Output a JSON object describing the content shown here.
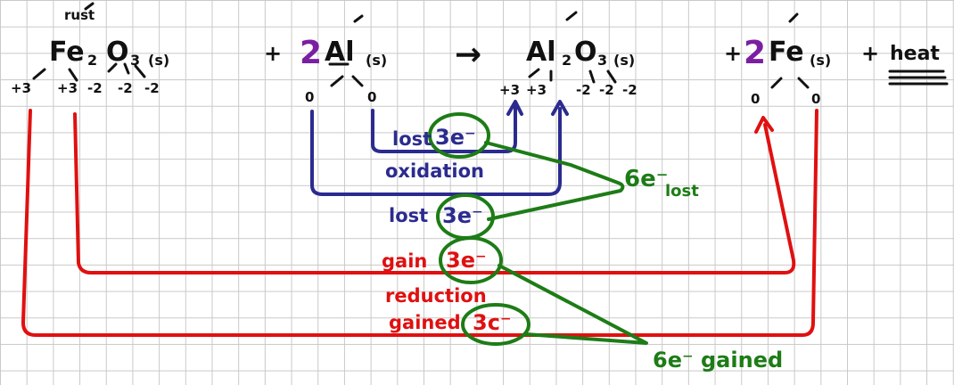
{
  "equation": {
    "rust_label": "rust",
    "fe2o3": {
      "fe": "Fe",
      "fe_sub": "2",
      "o": "O",
      "o_sub": "3",
      "state": "(s)"
    },
    "plus1": "+",
    "al_coef": "2",
    "al": {
      "symbol": "Al",
      "state": "(s)"
    },
    "arrow": "→",
    "al2o3": {
      "al": "Al",
      "al_sub": "2",
      "o": "O",
      "o_sub": "3",
      "state": "(s)"
    },
    "plus2": "+",
    "fe_coef": "2",
    "fe": {
      "symbol": "Fe",
      "state": "(s)"
    },
    "plus3": "+",
    "heat": "heat"
  },
  "oxidation_numbers": {
    "fe2o3": [
      "+3",
      "+3",
      "-2",
      "-2",
      "-2"
    ],
    "al_reactant": [
      "0",
      "0"
    ],
    "al2o3": [
      "+3",
      "+3",
      "-2",
      "-2",
      "-2"
    ],
    "fe_product": [
      "0",
      "0"
    ]
  },
  "annotations": {
    "lost_1": "lost",
    "e_1": "3e⁻",
    "oxidation": "oxidation",
    "lost_2": "lost",
    "e_2": "3e⁻",
    "gain_1": "gain",
    "e_3": "3e⁻",
    "reduction": "reduction",
    "gained": "gained",
    "e_4": "3c⁻",
    "six_lost": "6e⁻",
    "six_lost_sub": "lost",
    "six_gained": "6e⁻ gained"
  },
  "colors": {
    "ink": "#111111",
    "coefficient": "#7b1fa2",
    "oxidation": "#2b2b8f",
    "reduction": "#e01010",
    "electrons": "#1d7c16",
    "grid": "#c9c9c9"
  }
}
